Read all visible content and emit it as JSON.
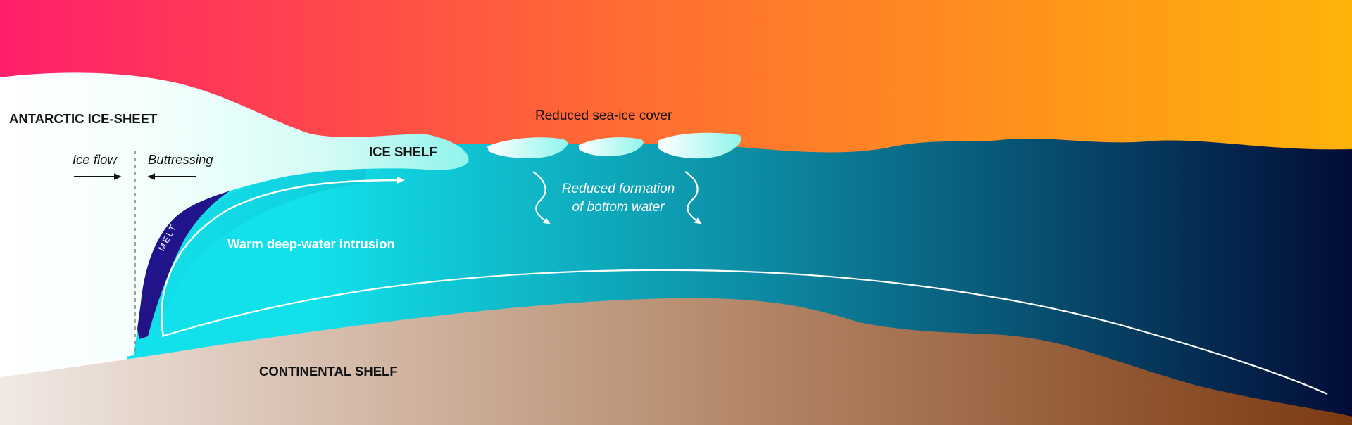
{
  "labels": {
    "ice_sheet": "ANTARCTIC ICE-SHEET",
    "ice_shelf": "ICE SHELF",
    "continental_shelf": "CONTINENTAL SHELF",
    "sea_ice": "Reduced sea-ice cover",
    "bottom_water_line1": "Reduced formation",
    "bottom_water_line2": "of bottom water",
    "warm_intrusion": "Warm deep-water intrusion",
    "ice_flow": "Ice flow",
    "buttressing": "Buttressing",
    "melt": "MELT"
  },
  "colors": {
    "sky_left": "#ff1f6b",
    "sky_mid": "#ff6a33",
    "sky_right": "#ffb30a",
    "ocean_light": "#12e1ec",
    "ocean_dark": "#020c37",
    "melt_dark": "#2a0f72",
    "shelf_sand_light": "#f1e9e4",
    "shelf_sand_dark": "#7c3a12",
    "ice_white": "#ffffff",
    "ice_tint": "#8ff5ec"
  }
}
